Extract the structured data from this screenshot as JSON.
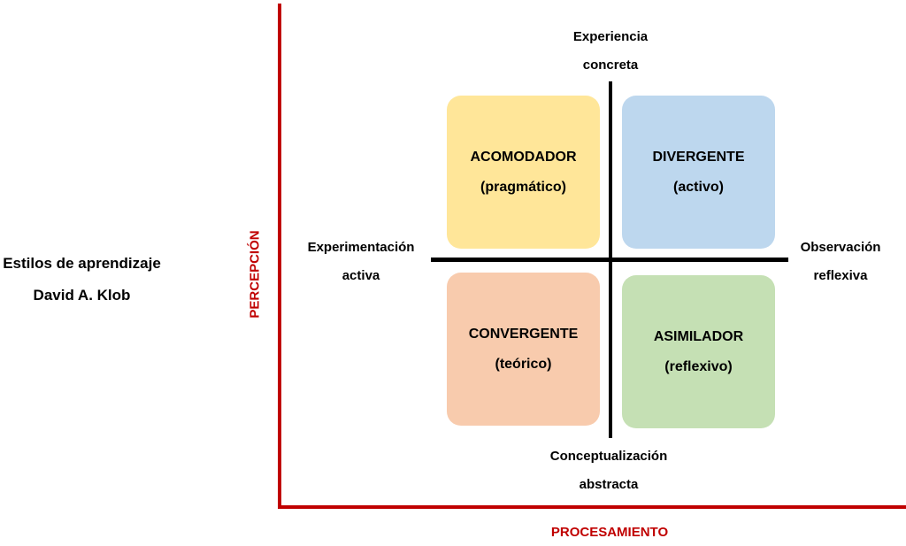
{
  "title": {
    "line1": "Estilos de aprendizaje",
    "line2": "David A. Klob"
  },
  "axes": {
    "vertical_label": "PERCEPCIÓN",
    "horizontal_label": "PROCESAMIENTO",
    "color": "#c00000"
  },
  "poles": {
    "top": [
      "Experiencia",
      "concreta"
    ],
    "bottom": [
      "Conceptualización",
      "abstracta"
    ],
    "left": [
      "Experimentación",
      "activa"
    ],
    "right": [
      "Observación",
      "reflexiva"
    ]
  },
  "quadrants": {
    "top_left": {
      "name": "ACOMODADOR",
      "subtitle": "(pragmático)",
      "color": "#ffe699"
    },
    "top_right": {
      "name": "DIVERGENTE",
      "subtitle": "(activo)",
      "color": "#bdd7ee"
    },
    "bottom_left": {
      "name": "CONVERGENTE",
      "subtitle": "(teórico)",
      "color": "#f8cbad"
    },
    "bottom_right": {
      "name": "ASIMILADOR",
      "subtitle": "(reflexivo)",
      "color": "#c5e0b4"
    }
  }
}
